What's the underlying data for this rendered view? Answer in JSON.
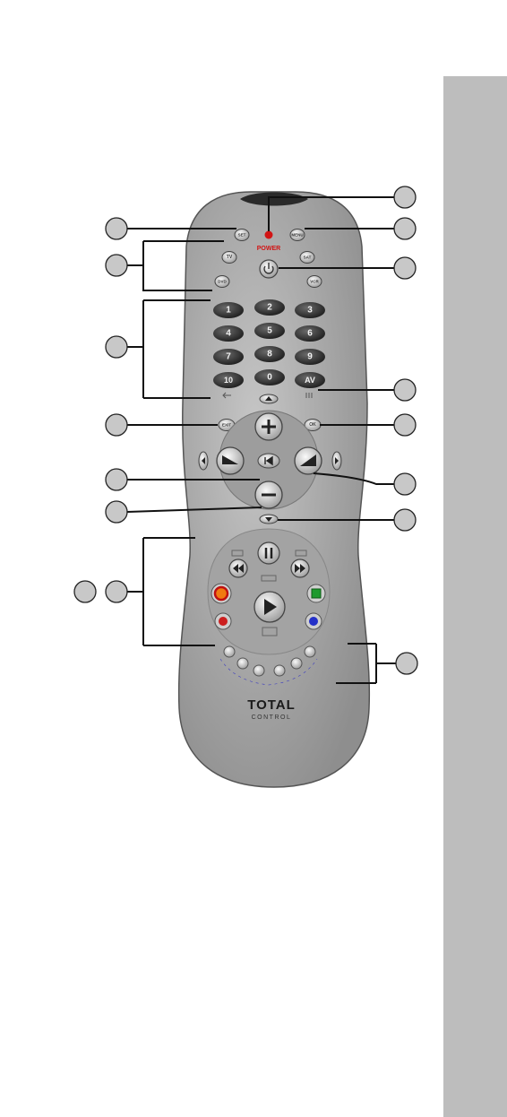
{
  "remote": {
    "power_label": "POWER",
    "device_keys": [
      "SET",
      "MENU",
      "TV",
      "SAT",
      "DVD",
      "VCR"
    ],
    "number_keys": [
      "1",
      "2",
      "3",
      "4",
      "5",
      "6",
      "7",
      "8",
      "9",
      "10",
      "0",
      "AV"
    ],
    "exit_label": "EXIT",
    "ok_label": "OK",
    "brand_line1": "TOTAL",
    "brand_line2": "CONTROL"
  },
  "colors": {
    "body": "#aaaaaa",
    "button_dark": "#3c3c3c",
    "power_led": "#d21414",
    "callout": "#c8c8c8",
    "side_tab": "#bdbdbd",
    "red_key": "#cc1f1f",
    "green_key": "#1e9a2e",
    "blue_key": "#2430c8",
    "orange_key": "#f07a10"
  }
}
